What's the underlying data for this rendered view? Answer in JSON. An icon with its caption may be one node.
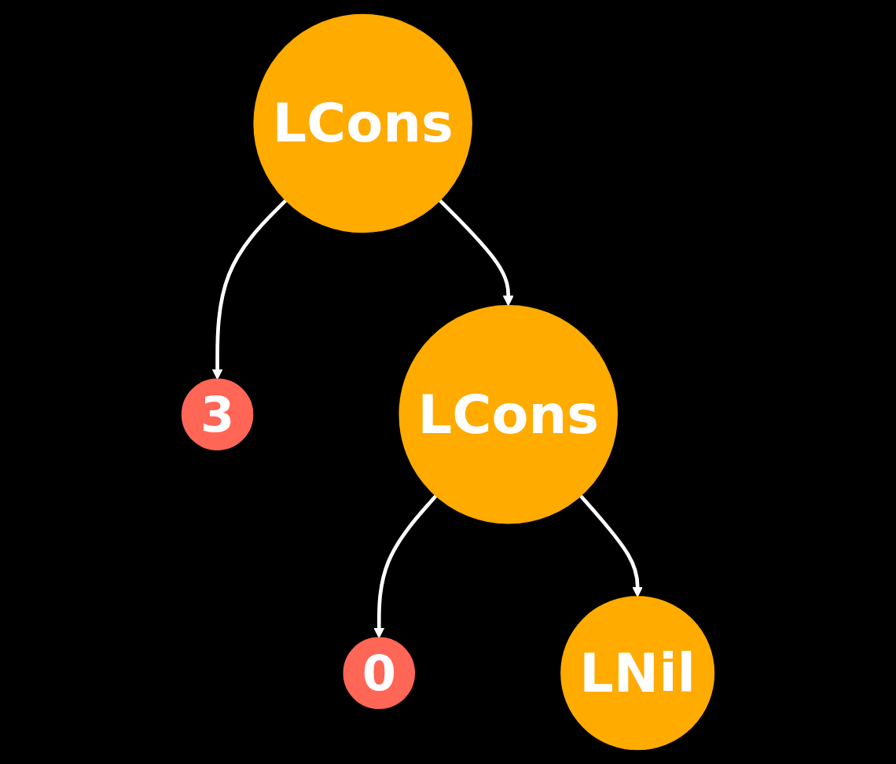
{
  "diagram": {
    "nodes": [
      {
        "text": [
          "LCons"
        ]
      },
      {
        "text": [
          "3"
        ]
      },
      {
        "text": [
          "LCons"
        ]
      },
      {
        "text": [
          "0"
        ]
      },
      {
        "text": [
          "LNil"
        ]
      }
    ],
    "edges": [
      {
        "from": 0,
        "to": 1,
        "arrow": "to"
      },
      {
        "from": 0,
        "to": 2,
        "arrow": "to"
      },
      {
        "from": 2,
        "to": 3,
        "arrow": "to"
      },
      {
        "from": 2,
        "to": 4,
        "arrow": "to"
      }
    ]
  }
}
